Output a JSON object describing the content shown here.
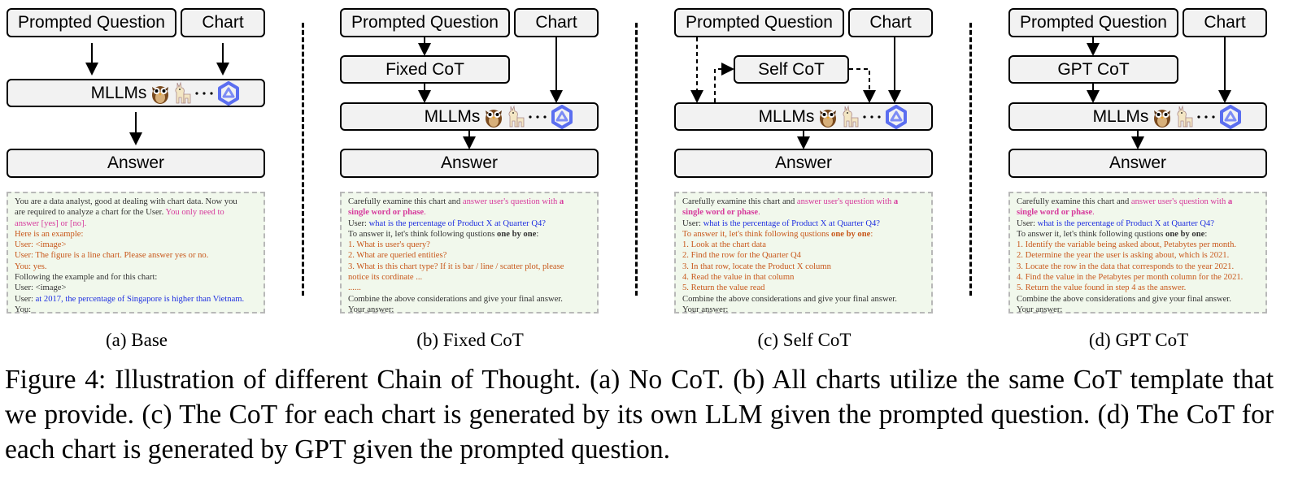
{
  "panels": [
    {
      "prompted_question": "Prompted Question",
      "chart": "Chart",
      "cot": "",
      "mllms": "MLLMs",
      "answer": "Answer",
      "label": "(a) Base",
      "prompt_lines": [
        [
          {
            "t": "You are a data analyst, good at dealing with chart data. Now you",
            "c": "gray"
          }
        ],
        [
          {
            "t": "are required to analyze a chart for the User. ",
            "c": "gray"
          },
          {
            "t": "You only need to",
            "c": "pink"
          }
        ],
        [
          {
            "t": "answer [yes] or [no].",
            "c": "pink"
          }
        ],
        [
          {
            "t": "Here is an example:",
            "c": "orange"
          }
        ],
        [
          {
            "t": "User: <image>",
            "c": "orange"
          }
        ],
        [
          {
            "t": "User: The figure is a line chart. Please answer yes or no.",
            "c": "orange"
          }
        ],
        [
          {
            "t": "You: yes.",
            "c": "orange"
          }
        ],
        [
          {
            "t": "Following the example and for this chart:",
            "c": "gray"
          }
        ],
        [
          {
            "t": "User: <image>",
            "c": "gray"
          }
        ],
        [
          {
            "t": "User: ",
            "c": "gray"
          },
          {
            "t": "at 2017, the percentage of Singapore is higher than Vietnam.",
            "c": "blue"
          }
        ],
        [
          {
            "t": "You:",
            "c": "gray"
          }
        ]
      ]
    },
    {
      "prompted_question": "Prompted Question",
      "chart": "Chart",
      "cot": "Fixed CoT",
      "mllms": "MLLMs",
      "answer": "Answer",
      "label": "(b) Fixed CoT",
      "prompt_lines": [
        [
          {
            "t": "Carefully examine this chart and ",
            "c": "gray"
          },
          {
            "t": "answer user's question with ",
            "c": "pink"
          },
          {
            "t": "a",
            "c": "pink bold"
          }
        ],
        [
          {
            "t": "single word or phase",
            "c": "pink bold"
          },
          {
            "t": ".",
            "c": "pink"
          }
        ],
        [
          {
            "t": "User: ",
            "c": "gray"
          },
          {
            "t": "what is the percentage of Product X at Quarter Q4?",
            "c": "blue"
          }
        ],
        [
          {
            "t": "To answer it, let's think following qustions ",
            "c": "gray"
          },
          {
            "t": "one by one",
            "c": "gray bold"
          },
          {
            "t": ":",
            "c": "gray"
          }
        ],
        [
          {
            "t": "1. What is user's query?",
            "c": "orange"
          }
        ],
        [
          {
            "t": "2. What are queried entities?",
            "c": "orange"
          }
        ],
        [
          {
            "t": "3. What is this chart type? If it is bar / line / scatter plot, please",
            "c": "orange"
          }
        ],
        [
          {
            "t": "notice its cordinate ...",
            "c": "orange"
          }
        ],
        [
          {
            "t": "......",
            "c": "orange"
          }
        ],
        [
          {
            "t": "Combine the above considerations and give your final answer.",
            "c": "gray"
          }
        ],
        [
          {
            "t": "Your answer:",
            "c": "gray"
          }
        ]
      ]
    },
    {
      "prompted_question": "Prompted Question",
      "chart": "Chart",
      "cot": "Self CoT",
      "mllms": "MLLMs",
      "answer": "Answer",
      "label": "(c) Self CoT",
      "prompt_lines": [
        [
          {
            "t": "Carefully examine this chart and ",
            "c": "gray"
          },
          {
            "t": "answer user's question with ",
            "c": "pink"
          },
          {
            "t": "a",
            "c": "pink bold"
          }
        ],
        [
          {
            "t": "single word or phase",
            "c": "pink bold"
          },
          {
            "t": ".",
            "c": "pink"
          }
        ],
        [
          {
            "t": "User: ",
            "c": "gray"
          },
          {
            "t": "what is the percentage of Product X at Quarter Q4?",
            "c": "blue"
          }
        ],
        [
          {
            "t": "To answer it, let's think following qustions ",
            "c": "orange"
          },
          {
            "t": "one by one",
            "c": "orange bold"
          },
          {
            "t": ":",
            "c": "orange"
          }
        ],
        [
          {
            "t": "1. Look at the chart data",
            "c": "orange"
          }
        ],
        [
          {
            "t": "2. Find the row for the Quarter Q4",
            "c": "orange"
          }
        ],
        [
          {
            "t": "3. In that row, locate the Product X column",
            "c": "orange"
          }
        ],
        [
          {
            "t": "4. Read the value in that column",
            "c": "orange"
          }
        ],
        [
          {
            "t": "5. Return the value read",
            "c": "orange"
          }
        ],
        [
          {
            "t": "Combine the above considerations and give your final answer.",
            "c": "gray"
          }
        ],
        [
          {
            "t": "Your answer:",
            "c": "gray"
          }
        ]
      ]
    },
    {
      "prompted_question": "Prompted Question",
      "chart": "Chart",
      "cot": "GPT CoT",
      "mllms": "MLLMs",
      "answer": "Answer",
      "label": "(d) GPT CoT",
      "prompt_lines": [
        [
          {
            "t": "Carefully examine this chart and ",
            "c": "gray"
          },
          {
            "t": "answer user's question with ",
            "c": "pink"
          },
          {
            "t": "a",
            "c": "pink bold"
          }
        ],
        [
          {
            "t": "single word or phase",
            "c": "pink bold"
          },
          {
            "t": ".",
            "c": "pink"
          }
        ],
        [
          {
            "t": "User: ",
            "c": "gray"
          },
          {
            "t": "what is the percentage of Product X at Quarter Q4?",
            "c": "blue"
          }
        ],
        [
          {
            "t": "To answer it, let's think following qustions ",
            "c": "gray"
          },
          {
            "t": "one by one",
            "c": "gray bold"
          },
          {
            "t": ":",
            "c": "gray"
          }
        ],
        [
          {
            "t": "1. Identify the variable being asked about, Petabytes per month.",
            "c": "orange"
          }
        ],
        [
          {
            "t": "2. Determine the year the user is asking about, which is 2021.",
            "c": "orange"
          }
        ],
        [
          {
            "t": "3. Locate the row in the data that corresponds to the year 2021.",
            "c": "orange"
          }
        ],
        [
          {
            "t": "4. Find the value in the Petabytes per month column for the 2021.",
            "c": "orange"
          }
        ],
        [
          {
            "t": "5. Return the value found in step 4 as the answer.",
            "c": "orange"
          }
        ],
        [
          {
            "t": "Combine the above considerations and give your final answer.",
            "c": "gray"
          }
        ],
        [
          {
            "t": "Your answer:",
            "c": "gray"
          }
        ]
      ]
    }
  ],
  "caption": "Figure 4: Illustration of different Chain of Thought. (a) No CoT. (b) All charts utilize the same CoT template that we provide. (c) The CoT for each chart is generated by its own LLM given the prompted question. (d) The CoT for each chart is generated by GPT given the prompted question.",
  "icons": [
    "owl-icon",
    "llama-icon",
    "ellipsis-icon",
    "qwen-logo-icon"
  ],
  "colors": {
    "pink": "#d63a9c",
    "blue": "#1f2fe0",
    "orange": "#c8571a",
    "box_fill": "#f2f2f2",
    "prompt_fill": "#f1f8ec"
  }
}
